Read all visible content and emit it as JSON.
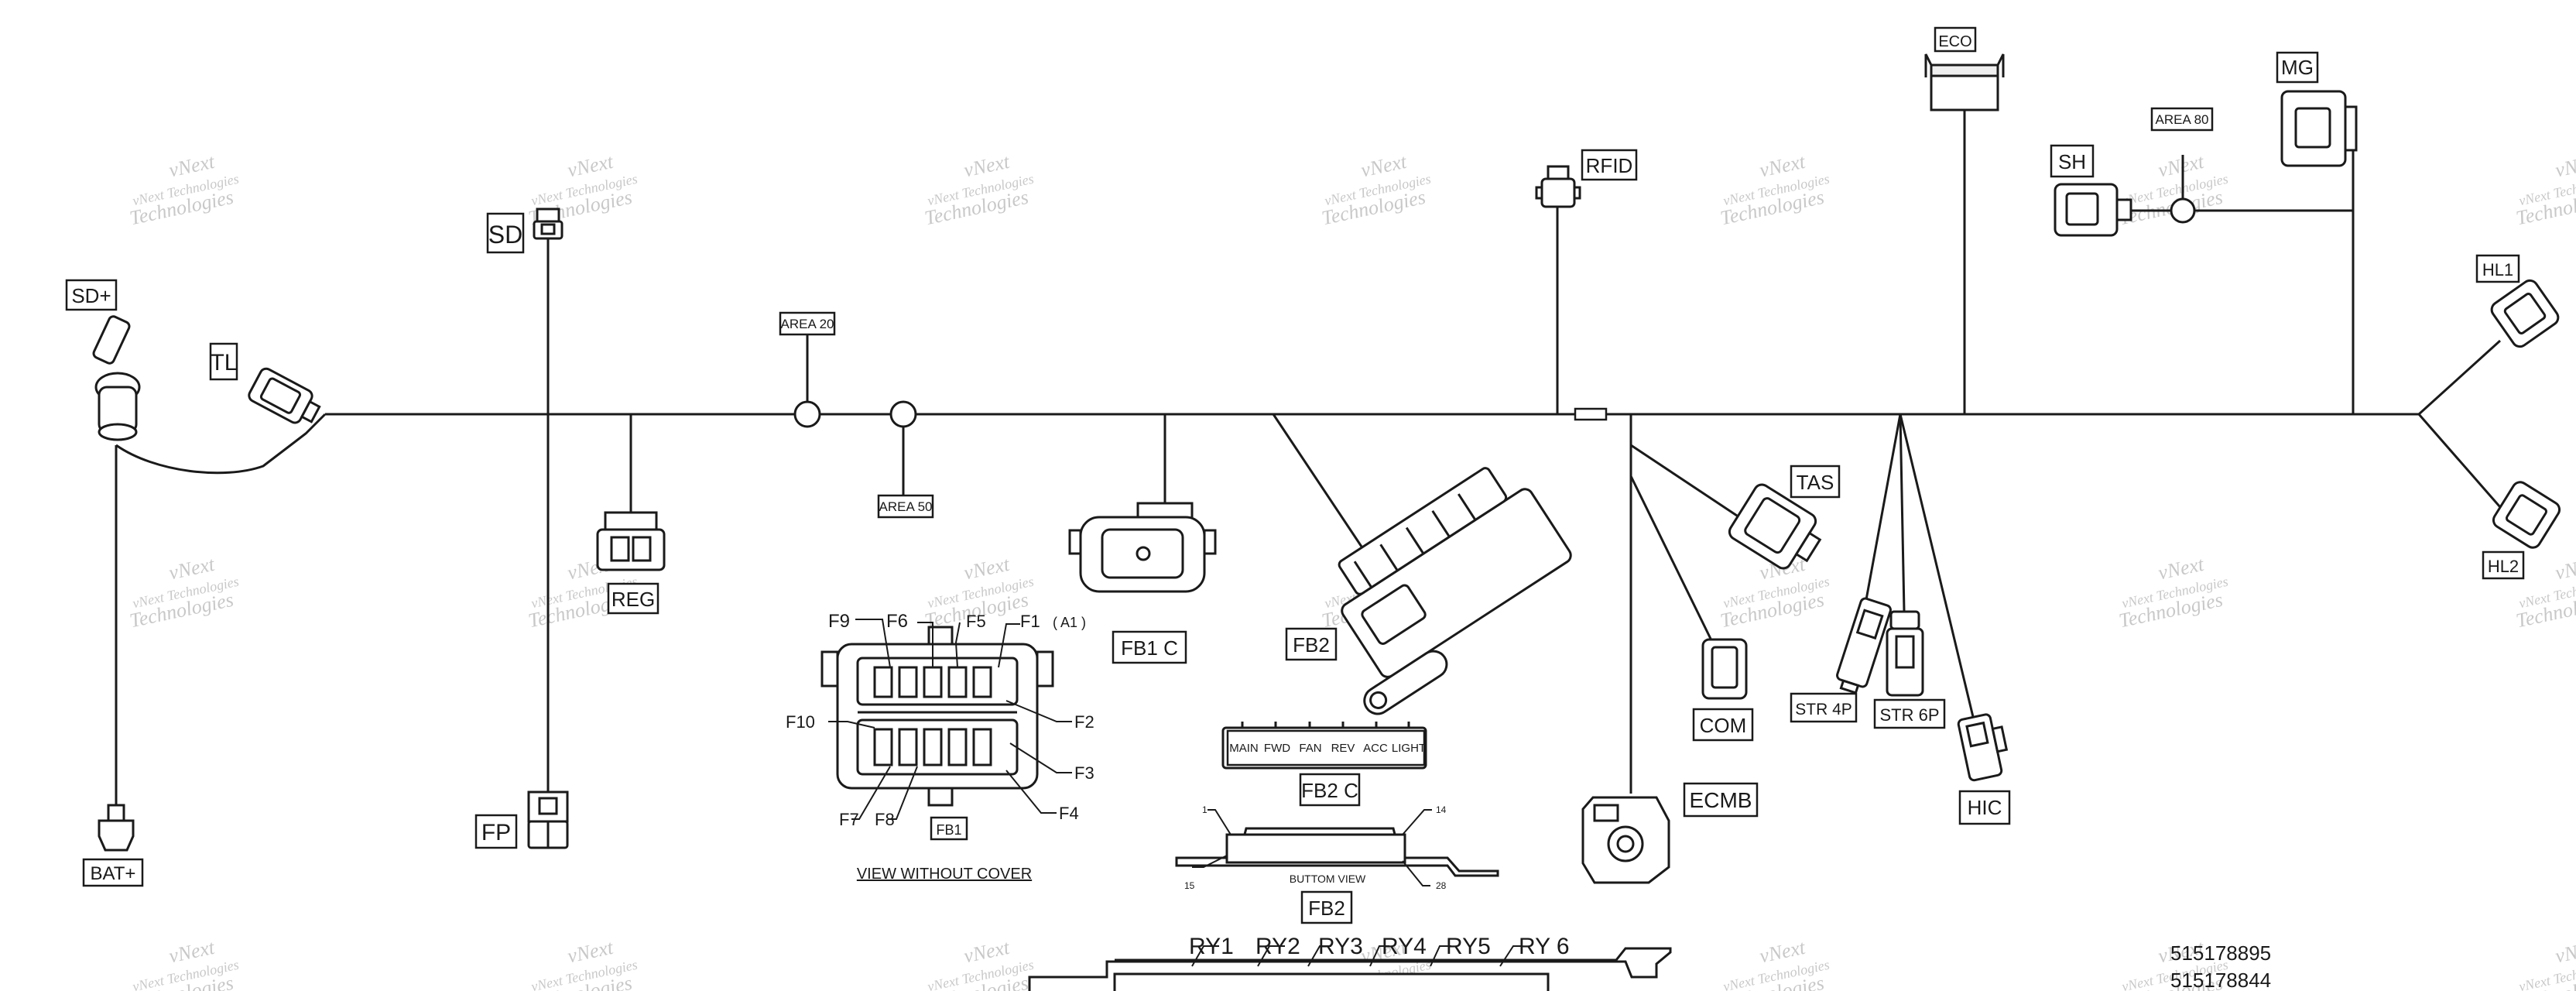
{
  "connectors": {
    "sd_plus": "SD+",
    "bat_plus": "BAT+",
    "tl": "TL",
    "sd": "SD",
    "fp": "FP",
    "reg": "REG",
    "fb1c": "FB1 C",
    "fb1": "FB1",
    "fb2": "FB2",
    "fb2c": "FB2 C",
    "fb2_bottom": "FB2",
    "rfid": "RFID",
    "eco": "ECO",
    "sh": "SH",
    "mg": "MG",
    "tas": "TAS",
    "com": "COM",
    "ecmb": "ECMB",
    "str4p": "STR 4P",
    "str6p": "STR 6P",
    "hic": "HIC",
    "hl1": "HL1",
    "hl2": "HL2"
  },
  "areas": {
    "area20": "AREA 20",
    "area50": "AREA 50",
    "area80": "AREA 80"
  },
  "fuses": {
    "f1": "F1",
    "a1": "( A1 )",
    "f2": "F2",
    "f3": "F3",
    "f4": "F4",
    "f5": "F5",
    "f6": "F6",
    "f7": "F7",
    "f8": "F8",
    "f9": "F9",
    "f10": "F10",
    "view_without_cover": "VIEW WITHOUT COVER"
  },
  "fb2c_labels": [
    "MAIN",
    "FWD",
    "FAN",
    "REV",
    "ACC",
    "LIGHT"
  ],
  "fb2_bottom_view": "BUTTOM VIEW",
  "fb2_pins": {
    "p1": "1",
    "p14": "14",
    "p15": "15",
    "p28": "28"
  },
  "relays": [
    "RY1",
    "RY2",
    "RY3",
    "RY4",
    "RY5",
    "RY 6"
  ],
  "part_numbers": [
    "515178895",
    "515178844"
  ],
  "watermark": {
    "line1": "vNext",
    "line2": "vNext Technologies",
    "line3": "Technologies"
  },
  "colors": {
    "ink": "#1a1a1a",
    "watermark": "#9a9a9a"
  }
}
